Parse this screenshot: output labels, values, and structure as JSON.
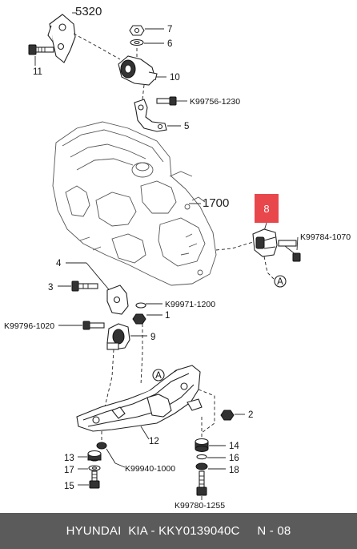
{
  "colors": {
    "footer_bg": "#5b5b5b",
    "highlight": "#e8474c",
    "highlight_text": "#ffffff",
    "line": "#222222"
  },
  "diagram": {
    "section_top": "5320",
    "section_mid": "1700",
    "highlight_label": "8",
    "callout_A": "A",
    "labels": {
      "p1": "1",
      "p2": "2",
      "p3": "3",
      "p4": "4",
      "p5": "5",
      "p6": "6",
      "p7": "7",
      "p9": "9",
      "p10": "10",
      "p11": "11",
      "p12": "12",
      "p13": "13",
      "p14": "14",
      "p15": "15",
      "p16": "16",
      "p17": "17",
      "p18": "18"
    },
    "codes": {
      "c1230": "K99756-1230",
      "c1070": "K99784-1070",
      "c1200": "K99971-1200",
      "c1020": "K99796-1020",
      "c1000": "K99940-1000",
      "c1255": "K99780-1255"
    }
  },
  "footer": {
    "text": "HYUNDAI  KIA - KKY0139040C     N - 08"
  }
}
